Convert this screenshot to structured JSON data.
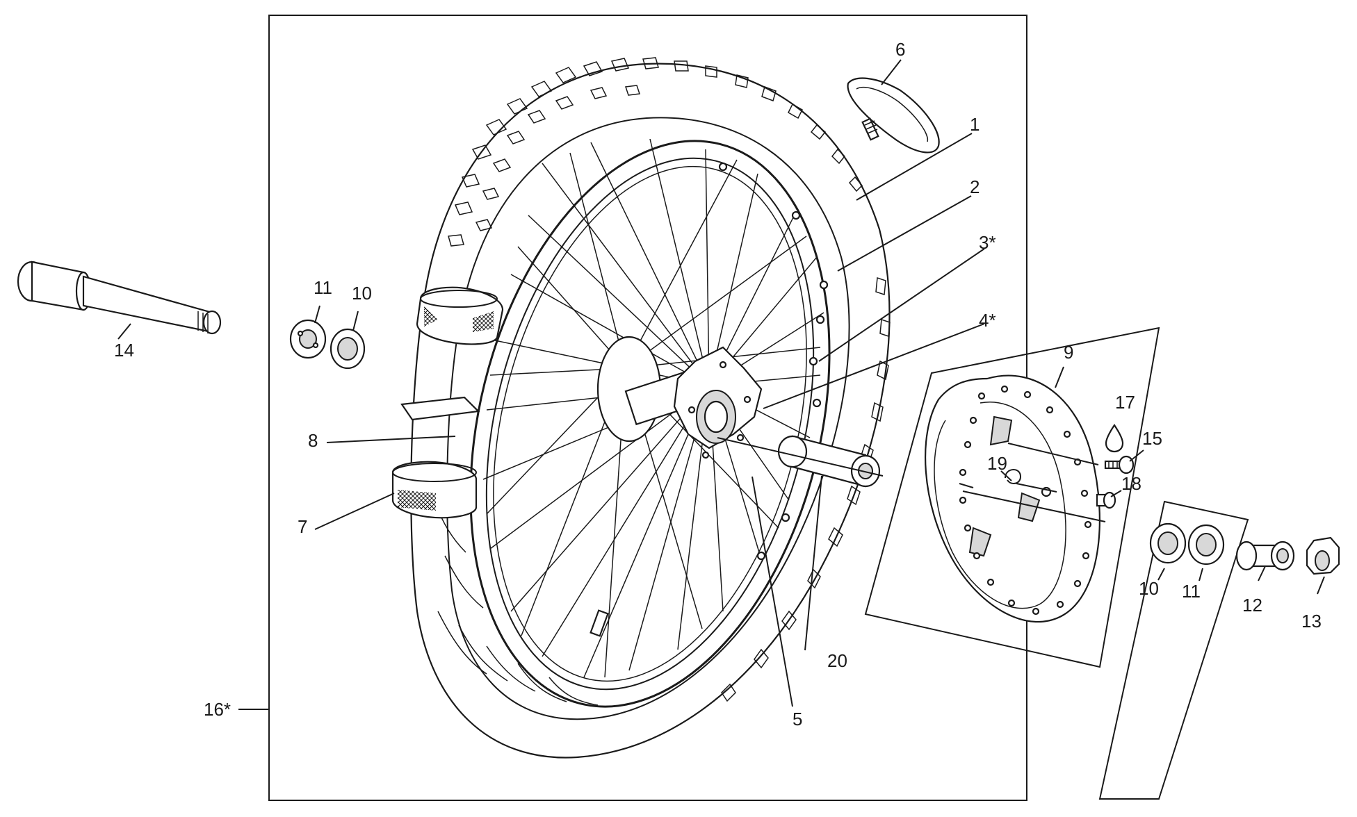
{
  "diagram": {
    "labels": {
      "p1": "1",
      "p2": "2",
      "p3": "3*",
      "p4": "4*",
      "p5": "5",
      "p6": "6",
      "p7": "7",
      "p8": "8",
      "p9": "9",
      "p10a": "10",
      "p10b": "10",
      "p11a": "11",
      "p11b": "11",
      "p12": "12",
      "p13": "13",
      "p14": "14",
      "p15": "15",
      "p16": "16*",
      "p17": "17",
      "p18": "18",
      "p19": "19",
      "p20": "20"
    }
  }
}
